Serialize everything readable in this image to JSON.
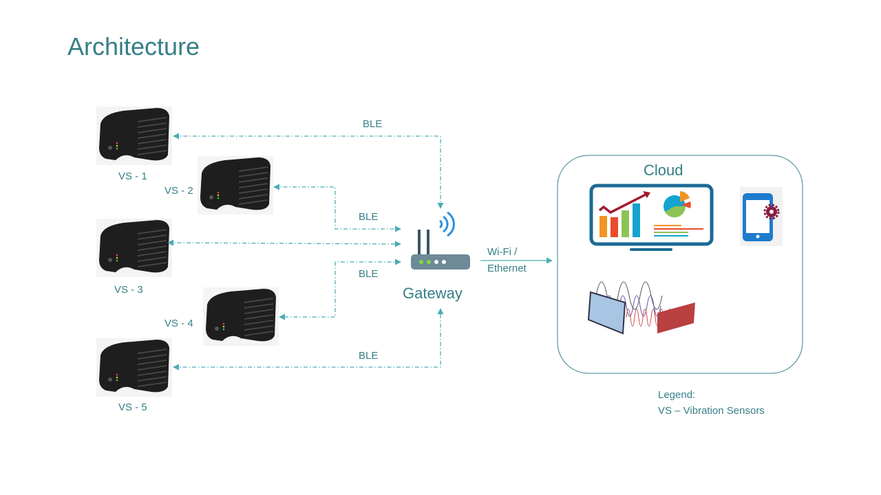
{
  "slide": {
    "title": "Architecture"
  },
  "sensors": [
    {
      "label": "VS - 1"
    },
    {
      "label": "VS - 2"
    },
    {
      "label": "VS - 3"
    },
    {
      "label": "VS - 4"
    },
    {
      "label": "VS - 5"
    }
  ],
  "links": {
    "ble_labels": [
      "BLE",
      "BLE",
      "BLE",
      "BLE"
    ],
    "uplink_line1": "Wi-Fi /",
    "uplink_line2": "Ethernet"
  },
  "gateway": {
    "label": "Gateway",
    "icon": "wifi-router-icon"
  },
  "cloud": {
    "label": "Cloud",
    "icons": [
      "dashboard-monitor-icon",
      "mobile-settings-icon",
      "frequency-time-signal-icon"
    ]
  },
  "legend": {
    "heading": "Legend:",
    "entry": "VS – Vibration Sensors"
  },
  "colors": {
    "accent": "#357f86",
    "link": "#4aacb4",
    "device": "#1e1e1e"
  }
}
